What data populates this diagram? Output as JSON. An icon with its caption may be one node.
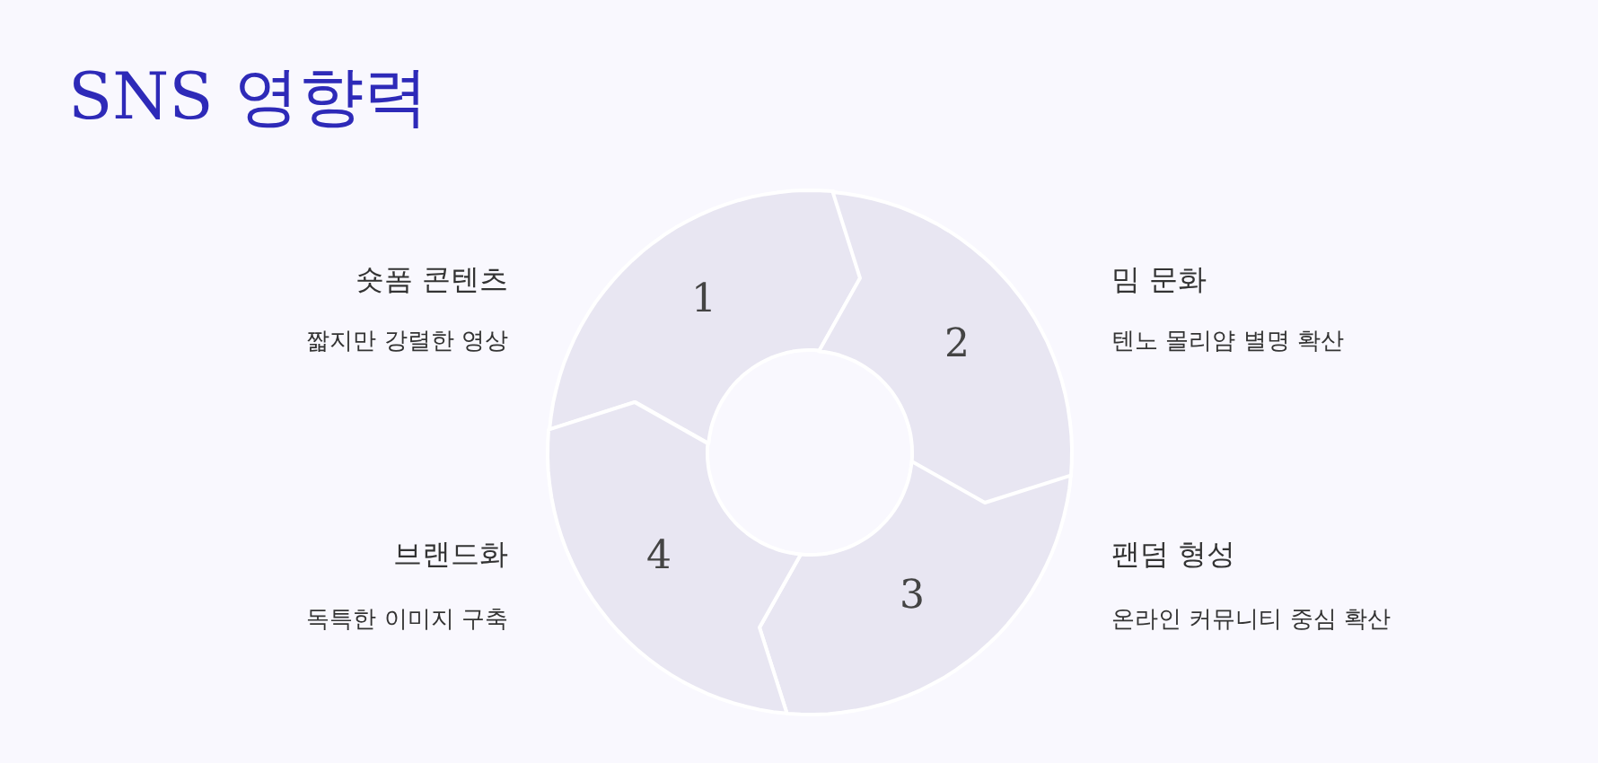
{
  "diagram": {
    "title": "SNS 영향력",
    "nodes": [
      {
        "text": [
          "1"
        ]
      },
      {
        "text": [
          "2"
        ]
      },
      {
        "text": [
          "3"
        ]
      },
      {
        "text": [
          "4"
        ]
      }
    ],
    "labels": [
      "숏폼 콘텐츠",
      "짧지만 강렬한 영상",
      "밈 문화",
      "텐노 몰리얌 별명 확산",
      "브랜드화",
      "독특한 이미지 구축",
      "팬덤 형성",
      "온라인 커뮤니티 중심 확산"
    ]
  }
}
